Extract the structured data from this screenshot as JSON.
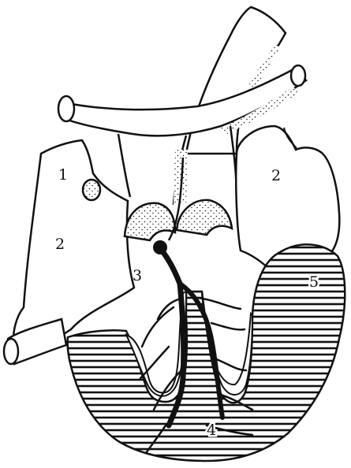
{
  "labels": {
    "l1": "1",
    "l2_right": "2",
    "l2_left": "2",
    "l3": "3",
    "l4": "4",
    "l5": "5"
  },
  "colors": {
    "ink": "#111111",
    "paper": "#ffffff"
  }
}
